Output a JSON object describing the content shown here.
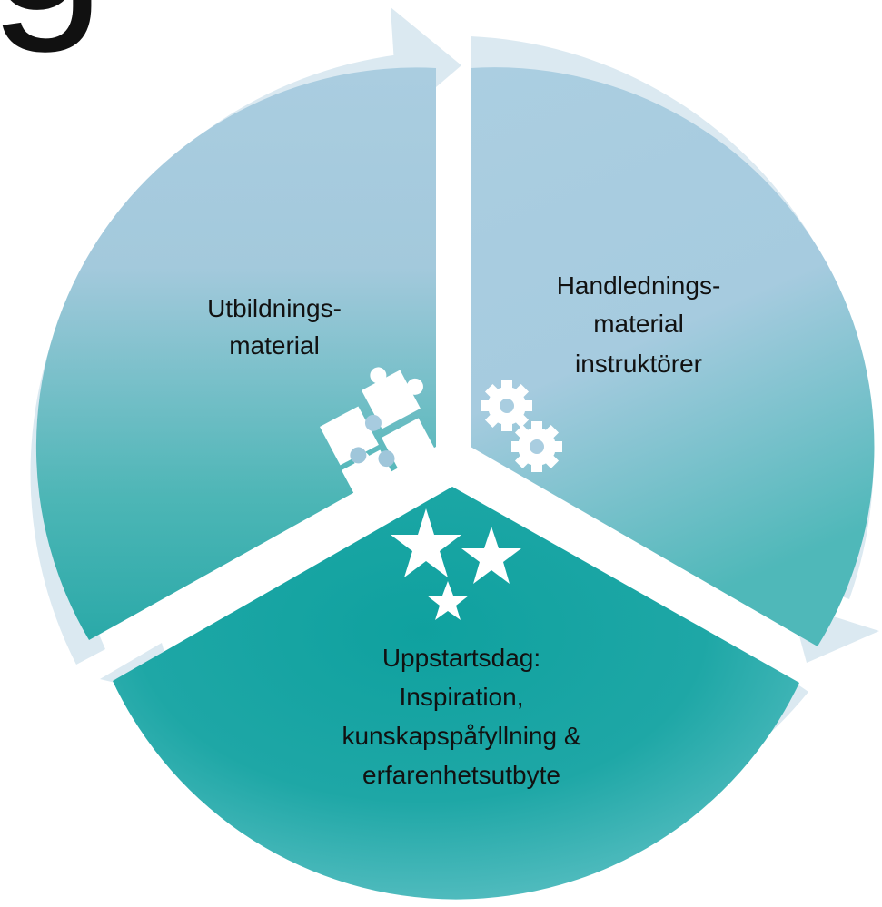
{
  "partial_glyph": "g",
  "segments": [
    {
      "lines": [
        "Utbildnings-",
        "material"
      ]
    },
    {
      "lines": [
        "Handlednings-",
        "material",
        "instruktörer"
      ]
    },
    {
      "lines": [
        "Uppstartsdag:",
        "Inspiration,",
        "kunskapspåfyllning &",
        "erfarenhetsutbyte"
      ]
    }
  ],
  "icons": {
    "segment_1": "puzzle-icon",
    "segment_2": "gears-icon",
    "segment_3": "stars-icon"
  },
  "colors": {
    "ring": "#dbe9f1",
    "segment_light": "#a9cde0",
    "segment_teal": "#1aa6a3",
    "segment_dark": "#129e9c",
    "icon": "#ffffff",
    "text": "#111111"
  }
}
